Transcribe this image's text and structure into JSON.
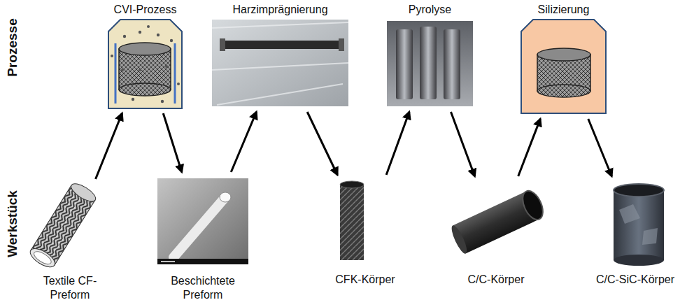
{
  "diagram": {
    "nodes": [
      {
        "text": [
          "CVI-Prozess"
        ]
      },
      {
        "text": [
          "Harzimprägnierung"
        ]
      },
      {
        "text": [
          "Pyrolyse"
        ]
      },
      {
        "text": [
          "Silizierung"
        ]
      },
      {
        "text": [
          "Textile CF-Preform"
        ]
      },
      {
        "text": [
          "Beschichtete Preform"
        ]
      },
      {
        "text": [
          "CFK-Körper"
        ]
      },
      {
        "text": [
          "C/C-Körper"
        ]
      },
      {
        "text": [
          "C/C-SiC-Körper"
        ]
      }
    ],
    "edges": [
      {
        "from": 4,
        "to": 0,
        "arrow": "to"
      },
      {
        "from": 0,
        "to": 5,
        "arrow": "to"
      },
      {
        "from": 5,
        "to": 1,
        "arrow": "to"
      },
      {
        "from": 1,
        "to": 6,
        "arrow": "to"
      },
      {
        "from": 6,
        "to": 2,
        "arrow": "to"
      },
      {
        "from": 2,
        "to": 7,
        "arrow": "to"
      },
      {
        "from": 7,
        "to": 3,
        "arrow": "to"
      },
      {
        "from": 3,
        "to": 8,
        "arrow": "to"
      }
    ],
    "labels": [
      "Prozesse",
      "Werkstück"
    ]
  }
}
